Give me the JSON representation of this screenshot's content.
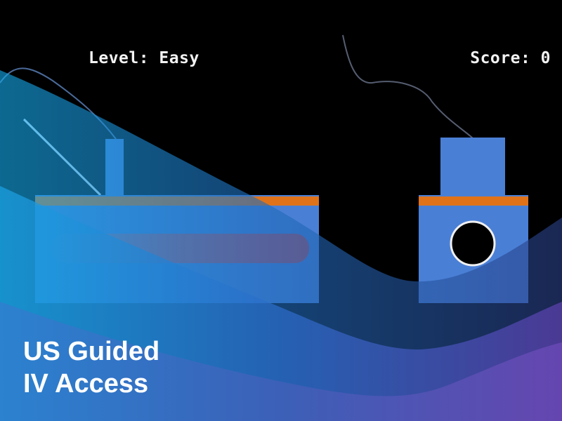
{
  "hud": {
    "level_label": "Level: Easy",
    "score_label": "Score: 0"
  },
  "title": {
    "line1": "US Guided",
    "line2": "IV Access"
  },
  "colors": {
    "background": "#000000",
    "probe_blue": "#4a7fd6",
    "gel_orange": "#e0731a",
    "vein_red": "#b8465a",
    "needle_white": "#dfe9f5",
    "overlay_cyan": "#1fb4f0",
    "overlay_purple": "#6a3fae"
  },
  "icons": {
    "vein_cross_section": "vein-ring-icon",
    "needle": "needle-line-icon",
    "probe_cable": "cable-curve-icon"
  }
}
